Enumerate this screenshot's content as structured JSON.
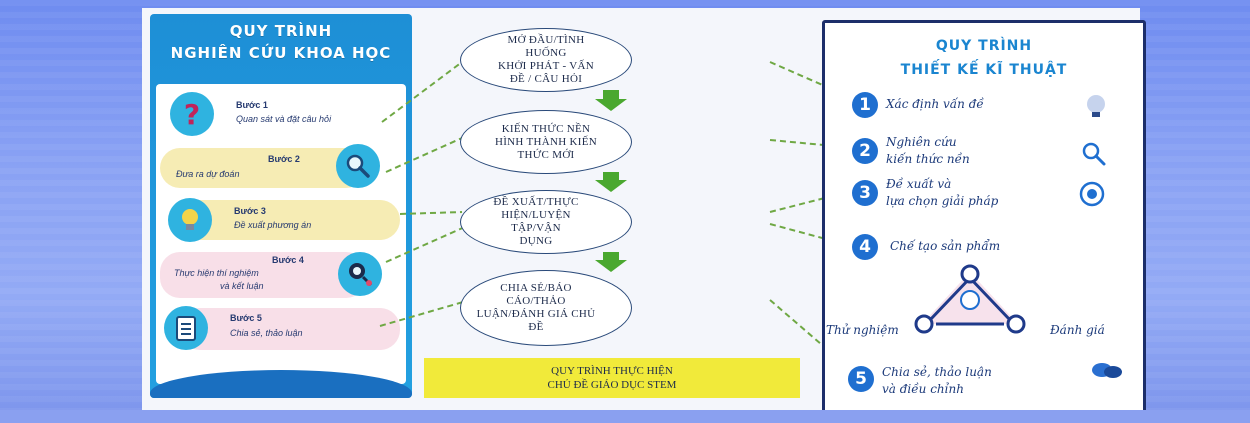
{
  "left_panel": {
    "title_line1": "QUY TRÌNH",
    "title_line2": "NGHIÊN CỨU KHOA HỌC",
    "steps": [
      {
        "head": "Bước 1",
        "label": "Quan sát và đặt câu hỏi",
        "icon": "question-mark-icon"
      },
      {
        "head": "Bước 2",
        "label": "Đưa ra dự đoán",
        "icon": "magnifier-icon"
      },
      {
        "head": "Bước 3",
        "label": "Đề xuất phương án",
        "icon": "lightbulb-icon"
      },
      {
        "head": "Bước 4",
        "label_line1": "Thực hiện thí nghiệm",
        "label_line2": "và kết luận",
        "icon": "microscope-icon"
      },
      {
        "head": "Bước 5",
        "label": "Chia sẻ, thảo luận",
        "icon": "clipboard-icon"
      }
    ]
  },
  "center": {
    "stages": [
      [
        "MỞ ĐẦU/TÌNH HUỐNG",
        "KHỞI PHÁT - VẤN",
        "ĐỀ / CÂU HỎI"
      ],
      [
        "KIẾN THỨC NỀN",
        "HÌNH THÀNH KIẾN",
        "THỨC MỚI"
      ],
      [
        "ĐỀ XUẤT/THỰC",
        "HIỆN/LUYỆN TẬP/VẬN",
        "DỤNG"
      ],
      [
        "CHIA SẺ/BÁO",
        "CÁO/THẢO",
        "LUẬN/ĐÁNH GIÁ CHỦ",
        "ĐỀ"
      ]
    ],
    "footer_line1": "QUY TRÌNH THỰC HIỆN",
    "footer_line2": "CHỦ ĐỀ GIÁO DỤC STEM"
  },
  "right_panel": {
    "title_line1": "QUY TRÌNH",
    "title_line2": "THIẾT KẾ KĨ THUẬT",
    "steps": [
      {
        "num": "1",
        "line1": "Xác định vấn đề",
        "line2": ""
      },
      {
        "num": "2",
        "line1": "Nghiên cứu",
        "line2": "kiến thức nền"
      },
      {
        "num": "3",
        "line1": "Đề xuất và",
        "line2": "lựa chọn giải pháp"
      },
      {
        "num": "4",
        "line1": "Chế tạo sản phẩm",
        "line2": ""
      },
      {
        "num": "5",
        "line1": "Chia sẻ, thảo luận",
        "line2": "và điều chỉnh"
      }
    ],
    "cycle_left": "Thử nghiệm",
    "cycle_right": "Đánh giá"
  },
  "colors": {
    "left_blue": "#1e8fd6",
    "arrow_green": "#4aa82f",
    "connector_green": "#6fa844",
    "footer_yellow": "#f1ea3a",
    "number_blue": "#1f6fd0"
  }
}
